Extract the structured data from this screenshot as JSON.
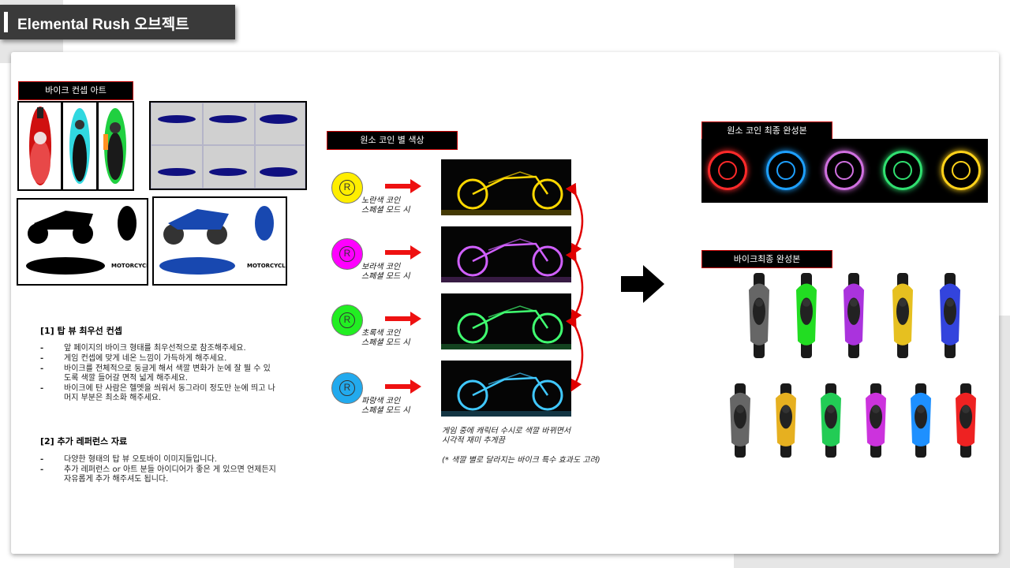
{
  "slide": {
    "title": "Elemental Rush 오브젝트"
  },
  "concept": {
    "label": "바이크 컨셉 아트"
  },
  "coin_colors": {
    "label": "원소 코인 별 색상",
    "coins": [
      {
        "color": "#ffee00",
        "line1": "노란색 코인",
        "line2": "스페셜 모드 시",
        "glow": "#ffd800"
      },
      {
        "color": "#ff00ff",
        "line1": "보라색 코인",
        "line2": "스페셜 모드 시",
        "glow": "#d060ff"
      },
      {
        "color": "#22ee22",
        "line1": "초록색 코인",
        "line2": "스페셜 모드 시",
        "glow": "#40ff70"
      },
      {
        "color": "#22aaee",
        "line1": "파랑색 코인",
        "line2": "스페셜 모드 시",
        "glow": "#40c8ff"
      }
    ],
    "coin_glyph": "R",
    "note1": "게임 중에 캐릭터 수시로 색깔 바뀌면서",
    "note2": "시각적 재미 추게끔",
    "note3": "(* 색깔 별로 달라지는 바이크 특수 효과도 고려)"
  },
  "section1": {
    "heading": "[1] 탑 뷰 최우선 컨셉",
    "bullets": [
      "앞 페이지의 바이크 형태를 최우선적으로 참조해주세요.",
      "게임 컨셉에 맞게 네온 느낌이 가득하게 해주세요.",
      "바이크를 전체적으로 둥글게 해서 색깔 변화가 눈에 잘 띌 수 있도록 색깔 들어갈 면적 넓게 해주세요.",
      "바이크에 탄 사람은 헬멧을 씌워서 동그라미 정도만 눈에 띄고 나머지 부분은 최소화 해주세요."
    ]
  },
  "section2": {
    "heading": "[2] 추가 레퍼런스 자료",
    "bullets": [
      "다양한 형태의 탑 뷰 오토바이 이미지들입니다.",
      "추가 레퍼런스 or 아트 분들 아이디어가 좋은 게 있으면 언제든지 자유롭게 추가 해주셔도 됩니다."
    ]
  },
  "final_coins": {
    "label": "원소 코인 최종 완성본",
    "colors": [
      "#ff2a2a",
      "#1ea0ff",
      "#d070e0",
      "#30e070",
      "#ffd21a"
    ]
  },
  "final_bikes": {
    "label": "바이크최종 완성본",
    "row1": [
      "#666666",
      "#22dd22",
      "#aa33dd",
      "#e6c020",
      "#3344dd"
    ],
    "row2": [
      "#666666",
      "#e6b020",
      "#22cc55",
      "#cc33dd",
      "#1e90ff",
      "#ee2222"
    ]
  },
  "ref_images": {
    "moto_text": "MOTORCYCLE"
  }
}
